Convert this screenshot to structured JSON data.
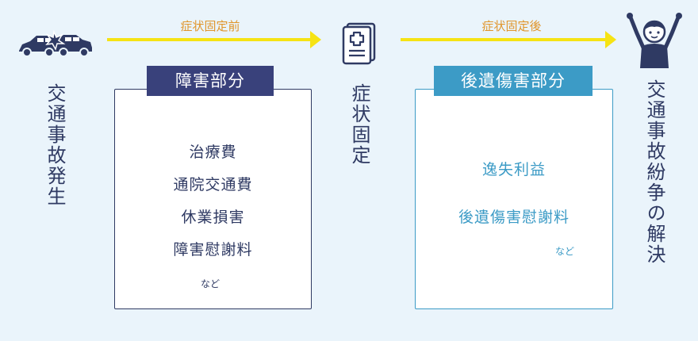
{
  "stages": {
    "accident": "交通事故発生",
    "fixed": "症状固定",
    "resolution": "交通事故紛争の解決"
  },
  "arrows": {
    "before": "症状固定前",
    "after": "症状固定後"
  },
  "injury_box": {
    "title": "障害部分",
    "items": [
      "治療費",
      "通院交通費",
      "休業損害",
      "障害慰謝料"
    ],
    "note": "など"
  },
  "aftereffect_box": {
    "title": "後遺傷害部分",
    "items": [
      "逸失利益",
      "後遺傷害慰謝料"
    ],
    "note": "など"
  },
  "colors": {
    "navy": "#39417b",
    "teal": "#3c9bc6",
    "arrow": "#f6e314",
    "arrow_label": "#e0952a",
    "background": "#eaf4fb"
  },
  "icons": {
    "accident": "car-crash-icon",
    "document": "medical-document-icon",
    "person": "cheering-person-icon"
  }
}
